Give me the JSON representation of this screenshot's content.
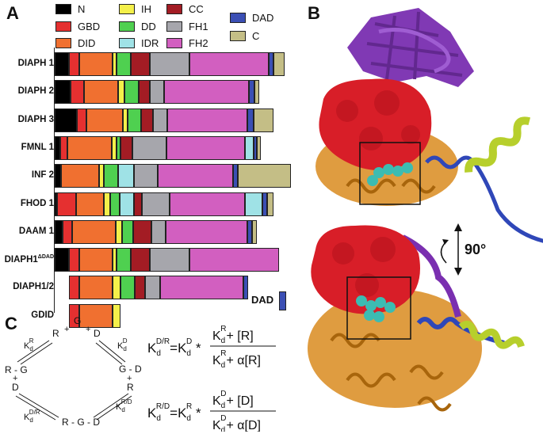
{
  "panels": {
    "a": "A",
    "b": "B",
    "c": "C"
  },
  "legend": [
    {
      "label": "N",
      "color": "#000000"
    },
    {
      "label": "GBD",
      "color": "#e53030"
    },
    {
      "label": "DID",
      "color": "#f07030"
    },
    {
      "label": "IH",
      "color": "#f4f04a"
    },
    {
      "label": "DD",
      "color": "#4fd050"
    },
    {
      "label": "IDR",
      "color": "#9fe2e6"
    },
    {
      "label": "CC",
      "color": "#a31c24"
    },
    {
      "label": "FH1",
      "color": "#a6a6ac"
    },
    {
      "label": "FH2",
      "color": "#d25fc0"
    },
    {
      "label": "DAD",
      "color": "#3b4fb4"
    },
    {
      "label": "C",
      "color": "#c4be86"
    }
  ],
  "proteins": [
    {
      "name": "DIAPH 1",
      "segments": [
        [
          "N",
          0,
          18
        ],
        [
          "GBD",
          18,
          31
        ],
        [
          "DID",
          31,
          73
        ],
        [
          "IH",
          73,
          78
        ],
        [
          "DD",
          78,
          96
        ],
        [
          "CC",
          96,
          120
        ],
        [
          "FH1",
          120,
          170
        ],
        [
          "FH2",
          170,
          270
        ],
        [
          "DAD",
          270,
          276
        ],
        [
          "C",
          276,
          290
        ]
      ]
    },
    {
      "name": "DIAPH 2",
      "segments": [
        [
          "N",
          0,
          20
        ],
        [
          "GBD",
          20,
          37
        ],
        [
          "DID",
          37,
          80
        ],
        [
          "IH",
          80,
          88
        ],
        [
          "DD",
          88,
          106
        ],
        [
          "CC",
          106,
          120
        ],
        [
          "FH1",
          120,
          138
        ],
        [
          "FH2",
          138,
          245
        ],
        [
          "DAD",
          245,
          252
        ],
        [
          "C",
          252,
          258
        ]
      ]
    },
    {
      "name": "DIAPH 3",
      "segments": [
        [
          "N",
          0,
          28
        ],
        [
          "GBD",
          28,
          40
        ],
        [
          "DID",
          40,
          86
        ],
        [
          "IH",
          86,
          92
        ],
        [
          "DD",
          92,
          109
        ],
        [
          "CC",
          109,
          124
        ],
        [
          "FH1",
          124,
          142
        ],
        [
          "FH2",
          142,
          243
        ],
        [
          "DAD",
          243,
          251
        ],
        [
          "C",
          251,
          276
        ]
      ]
    },
    {
      "name": "FMNL 1",
      "segments": [
        [
          "N",
          0,
          7
        ],
        [
          "GBD",
          7,
          16
        ],
        [
          "DID",
          16,
          72
        ],
        [
          "IH",
          72,
          78
        ],
        [
          "DD",
          78,
          83
        ],
        [
          "CC",
          83,
          98
        ],
        [
          "FH1",
          98,
          141
        ],
        [
          "FH2",
          141,
          240
        ],
        [
          "IDR",
          240,
          251
        ],
        [
          "DAD",
          251,
          255
        ],
        [
          "C",
          255,
          260
        ]
      ]
    },
    {
      "name": "INF 2",
      "segments": [
        [
          "N",
          0,
          8
        ],
        [
          "DID",
          8,
          56
        ],
        [
          "IH",
          56,
          62
        ],
        [
          "DD",
          62,
          80
        ],
        [
          "IDR",
          80,
          100
        ],
        [
          "FH1",
          100,
          130
        ],
        [
          "FH2",
          130,
          225
        ],
        [
          "DAD",
          225,
          231
        ],
        [
          "C",
          231,
          298
        ]
      ]
    },
    {
      "name": "FHOD 1",
      "segments": [
        [
          "N",
          0,
          3
        ],
        [
          "GBD",
          3,
          27
        ],
        [
          "DID",
          27,
          62
        ],
        [
          "IH",
          62,
          70
        ],
        [
          "DD",
          70,
          82
        ],
        [
          "IDR",
          82,
          100
        ],
        [
          "CC",
          100,
          110
        ],
        [
          "FH1",
          110,
          145
        ],
        [
          "FH2",
          145,
          240
        ],
        [
          "IDR",
          240,
          262
        ],
        [
          "DAD",
          262,
          268
        ],
        [
          "C",
          268,
          276
        ]
      ]
    },
    {
      "name": "DAAM 1",
      "segments": [
        [
          "N",
          0,
          10
        ],
        [
          "GBD",
          10,
          22
        ],
        [
          "DID",
          22,
          77
        ],
        [
          "IH",
          77,
          85
        ],
        [
          "DD",
          85,
          99
        ],
        [
          "CC",
          99,
          122
        ],
        [
          "FH1",
          122,
          140
        ],
        [
          "FH2",
          140,
          243
        ],
        [
          "DAD",
          243,
          249
        ],
        [
          "C",
          249,
          255
        ]
      ]
    },
    {
      "name": "DIAPH1",
      "sup": "ΔDAD",
      "segments": [
        [
          "N",
          0,
          18
        ],
        [
          "GBD",
          18,
          31
        ],
        [
          "DID",
          31,
          73
        ],
        [
          "IH",
          73,
          78
        ],
        [
          "DD",
          78,
          96
        ],
        [
          "CC",
          96,
          120
        ],
        [
          "FH1",
          120,
          170
        ],
        [
          "FH2",
          170,
          283
        ]
      ]
    },
    {
      "name": "DIAPH1/2",
      "offset": 18,
      "segments": [
        [
          "GBD",
          0,
          13
        ],
        [
          "DID",
          13,
          55
        ],
        [
          "IH",
          55,
          65
        ],
        [
          "DD",
          65,
          83
        ],
        [
          "CC",
          83,
          96
        ],
        [
          "FH1",
          96,
          115
        ],
        [
          "FH2",
          115,
          220
        ],
        [
          "DAD",
          220,
          226
        ]
      ]
    },
    {
      "name": "GDID",
      "offset": 18,
      "segments": [
        [
          "GBD",
          0,
          13
        ],
        [
          "DID",
          13,
          55
        ],
        [
          "IH",
          55,
          65
        ]
      ]
    }
  ],
  "dad_label": "DAD",
  "scheme": {
    "top_G": "G",
    "top_plus1": "+",
    "top_R": "R",
    "top_plus2": "+",
    "top_D": "D",
    "left_RG": "R - G",
    "left_plus": "+",
    "left_D": "D",
    "right_GD": "G - D",
    "right_plus": "+",
    "right_R": "R",
    "bottom": "R - G - D",
    "k_tl": "K",
    "k_tl_sup": "R",
    "k_tl_sub": "d",
    "k_tr": "K",
    "k_tr_sup": "D",
    "k_tr_sub": "d",
    "k_bl": "K",
    "k_bl_sup": "D/R",
    "k_bl_sub": "d",
    "k_br": "K",
    "k_br_sup": "R/D",
    "k_br_sub": "d"
  },
  "eq1": {
    "lhs_sup": "D/R",
    "rhs_sup": "D",
    "num_sup": "R",
    "num_tail": "+ [R]",
    "den_sup": "R",
    "den_tail": "+ α[R]"
  },
  "eq2": {
    "lhs_sup": "R/D",
    "rhs_sup": "R",
    "num_sup": "D",
    "num_tail": "+ [D]",
    "den_sup": "D",
    "den_tail": "+ α[D]"
  },
  "rotation_label": "90°"
}
